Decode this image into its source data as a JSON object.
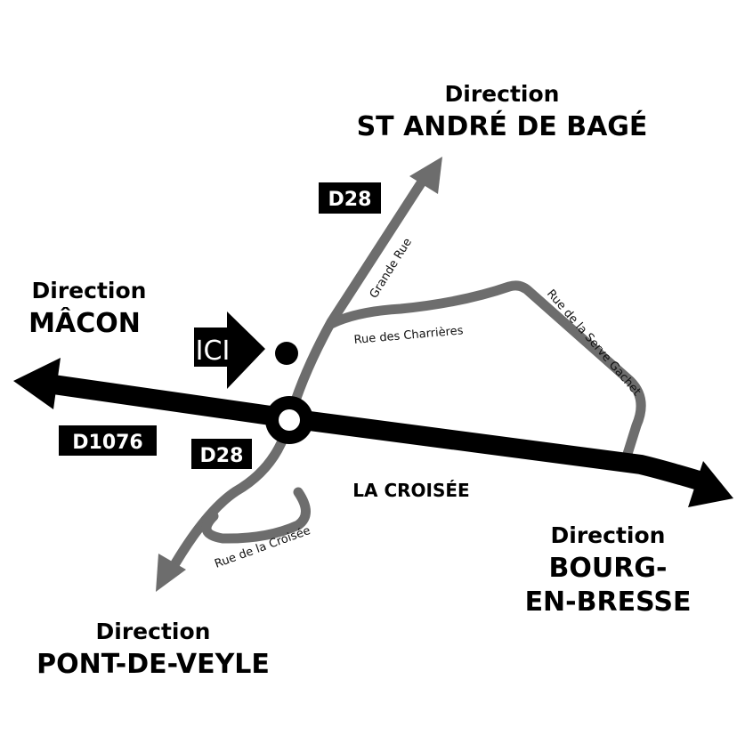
{
  "colors": {
    "main_road": "#000000",
    "secondary_road": "#6d6d6d",
    "background": "#ffffff"
  },
  "directions": {
    "north": {
      "label": "Direction",
      "place": "ST ANDRÉ DE BAGÉ"
    },
    "west": {
      "label": "Direction",
      "place": "MÂCON"
    },
    "east": {
      "label": "Direction",
      "place_line1": "BOURG-",
      "place_line2": "EN-BRESSE"
    },
    "south": {
      "label": "Direction",
      "place": "PONT-DE-VEYLE"
    }
  },
  "roads": {
    "d28_north": "D28",
    "d28_south": "D28",
    "d1076": "D1076"
  },
  "streets": {
    "grande_rue": "Grande Rue",
    "charrieres": "Rue des Charrières",
    "serve_gachet": "Rue de la Serve Gachet",
    "croisee": "Rue de la Croisée"
  },
  "locality": "LA CROISÉE",
  "marker": {
    "label": "ICI"
  }
}
